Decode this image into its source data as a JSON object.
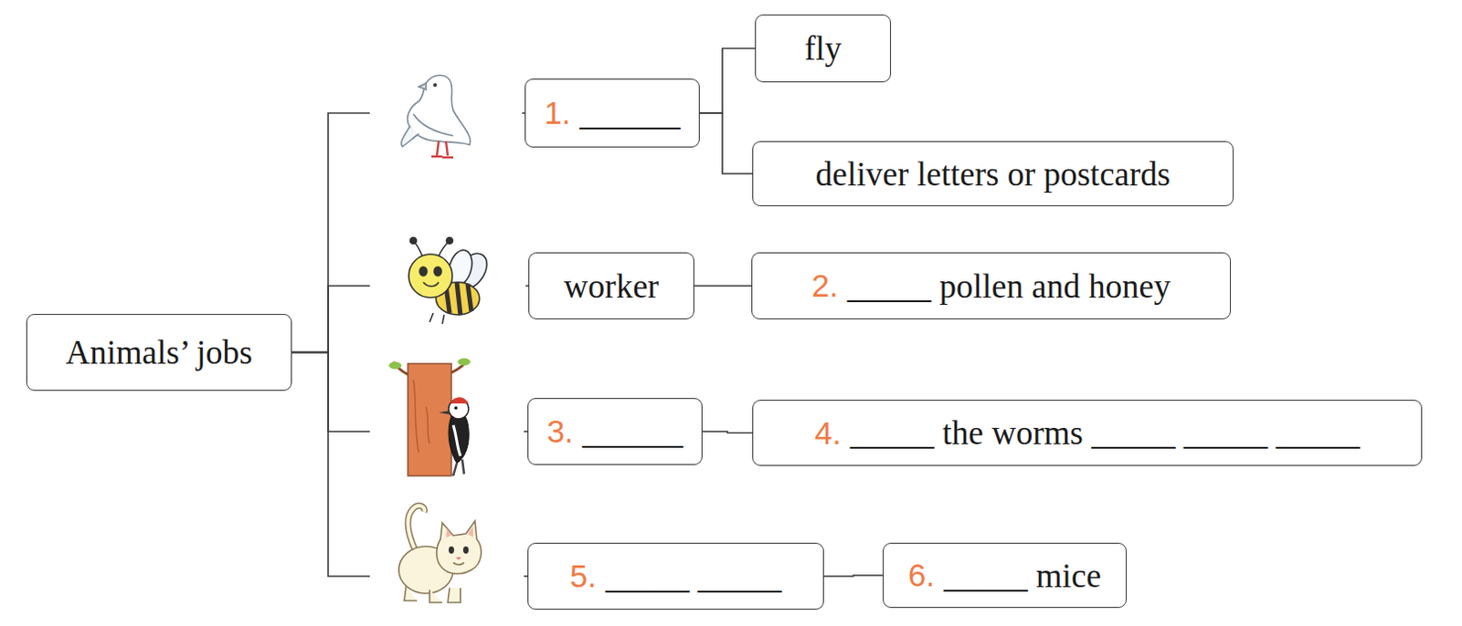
{
  "diagram": {
    "nodes": [
      {
        "text": [
          "Animals’ jobs"
        ]
      },
      {
        "text": [
          "1.",
          "______"
        ]
      },
      {
        "text": [
          "fly"
        ]
      },
      {
        "text": [
          "deliver letters or postcards"
        ]
      },
      {
        "text": [
          "worker"
        ]
      },
      {
        "text": [
          "2.",
          "_____ pollen and honey"
        ]
      },
      {
        "text": [
          "3.",
          "______"
        ]
      },
      {
        "text": [
          "4.",
          "_____ the worms _____ _____ _____"
        ]
      },
      {
        "text": [
          "5.",
          "_____ _____"
        ]
      },
      {
        "text": [
          "6.",
          "_____ mice"
        ]
      }
    ],
    "edges": [
      {
        "from": 0,
        "to": 1,
        "arrow": "none"
      },
      {
        "from": 0,
        "to": 4,
        "arrow": "none"
      },
      {
        "from": 0,
        "to": 6,
        "arrow": "none"
      },
      {
        "from": 0,
        "to": 8,
        "arrow": "none"
      },
      {
        "from": 1,
        "to": 2,
        "arrow": "none"
      },
      {
        "from": 1,
        "to": 3,
        "arrow": "none"
      },
      {
        "from": 4,
        "to": 5,
        "arrow": "none"
      },
      {
        "from": 6,
        "to": 7,
        "arrow": "none"
      },
      {
        "from": 8,
        "to": 9,
        "arrow": "none"
      }
    ]
  }
}
